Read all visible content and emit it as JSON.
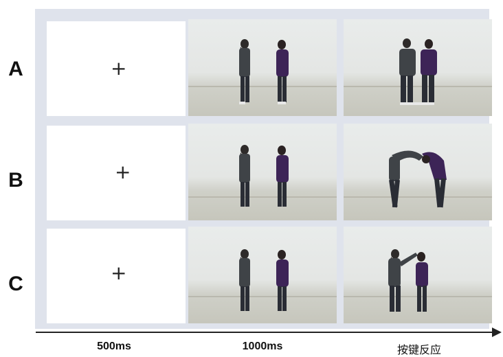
{
  "rows": [
    {
      "label": "A",
      "condition": "standing side by side"
    },
    {
      "label": "B",
      "condition": "arms joined forming an arch"
    },
    {
      "label": "C",
      "condition": "one person reaching toward the other"
    }
  ],
  "fixation_symbol": "+",
  "timeline": {
    "labels": [
      "500ms",
      "1000ms",
      "按键反应"
    ]
  },
  "colors": {
    "frame": "#dfe3ec",
    "person_left": "#3f4347",
    "person_right": "#3d2457",
    "pants": "#2a2d35"
  }
}
